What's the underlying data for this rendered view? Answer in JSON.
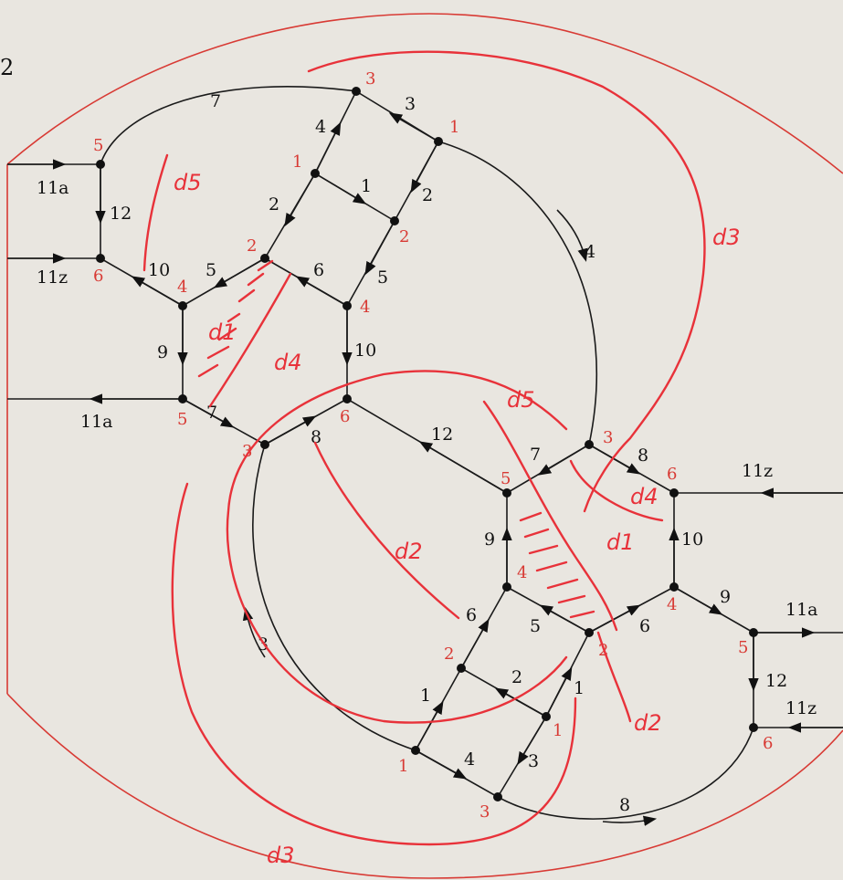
{
  "page_number": "2",
  "colors": {
    "edge": "#1a1a1a",
    "vertex_label": "#d83a34",
    "annotation": "#e8323a",
    "boundary": "#d83a34",
    "paper": "#e9e6e0"
  },
  "external_labels": {
    "a_top": "11a",
    "z_left": "11z",
    "a_left": "11a",
    "z_right": "11z",
    "a_right": "11a",
    "z_right_low": "11z"
  },
  "edge_labels": {
    "tl_7": "7",
    "tl_3": "3",
    "tl_4": "4",
    "tl_1": "1",
    "tl_2a": "2",
    "tl_2b": "2",
    "tl_12": "12",
    "tl_10": "10",
    "tl_5a": "5",
    "tl_6": "6",
    "tl_5b": "5",
    "tl_9": "9",
    "tl_10b": "10",
    "tl_4b": "4",
    "mid_7": "7",
    "mid_8": "8",
    "mid_12": "12",
    "br_7": "7",
    "br_8": "8",
    "br_9": "9",
    "br_10": "10",
    "br_9b": "9",
    "br_6": "6",
    "br_5": "5",
    "br_6b": "6",
    "br_12": "12",
    "br_1": "1",
    "br_2": "2",
    "br_1b": "1",
    "br_3": "3",
    "br_4": "4",
    "br_3b": "3",
    "br_8b": "8"
  },
  "vertex_labels": {
    "v_tl5": "5",
    "v_tl6": "6",
    "v_tl4": "4",
    "v_tl2": "2",
    "v_tl1": "1",
    "v_tl3": "3",
    "v_tr1": "1",
    "v_tr2": "2",
    "v_tr4": "4",
    "v_m5": "5",
    "v_m3": "3",
    "v_m6": "6",
    "v_br3": "3",
    "v_br6": "6",
    "v_br5": "5",
    "v_br4": "4",
    "v_br4b": "4",
    "v_br2": "2",
    "v_br2b": "2",
    "v_br1": "1",
    "v_br1b": "1",
    "v_br3b": "3",
    "v_br5b": "5",
    "v_br6b": "6"
  },
  "annotations": {
    "d5_top": "d5",
    "d3_top": "d3",
    "d1_top": "d1",
    "d4_top": "d4",
    "d5_mid": "d5",
    "d4_right": "d4",
    "d1_right": "d1",
    "d2_mid": "d2",
    "d2_right": "d2",
    "d3_bottom": "d3"
  }
}
